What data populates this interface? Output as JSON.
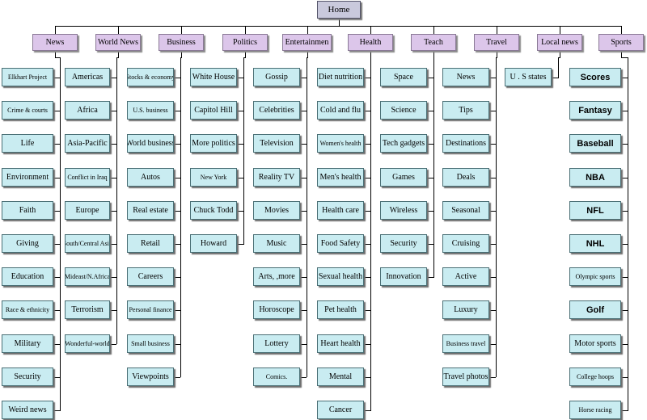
{
  "diagram": {
    "root": "Home",
    "columns": [
      {
        "category": "News",
        "items": [
          "Elkhart Project",
          "Crime & courts",
          "Life",
          "Environment",
          "Faith",
          "Giving",
          "Education",
          "Race & ethnicity",
          "Military",
          "Security",
          "Weird news"
        ]
      },
      {
        "category": "World News",
        "items": [
          "Americas",
          "Africa",
          "Asia-Pacific",
          "Conflict in Iraq",
          "Europe",
          "South/Central Asia",
          "Mideast/N.Africa",
          "Terrorism",
          "Wonderful-world"
        ]
      },
      {
        "category": "Business",
        "items": [
          "Stocks & economy",
          "U.S. business",
          "World business",
          "Autos",
          "Real estate",
          "Retail",
          "Careers",
          "Personal finance",
          "Small business",
          "Viewpoints"
        ]
      },
      {
        "category": "Politics",
        "items": [
          "White House",
          "Capitol Hill",
          "More politics",
          "New York",
          "Chuck Todd",
          "Howard"
        ]
      },
      {
        "category": "Entertainmen",
        "items": [
          "Gossip",
          "Celebrities",
          "Television",
          "Reality TV",
          "Movies",
          "Music",
          "Arts, ,more",
          "Horoscope",
          "Lottery",
          "Comics."
        ]
      },
      {
        "category": "Health",
        "items": [
          "Diet nutrition",
          "Cold and flu",
          "Women's health",
          "Men's health",
          "Health care",
          "Food Safety",
          "Sexual health",
          "Pet health",
          "Heart health",
          "Mental",
          "Cancer"
        ]
      },
      {
        "category": "Teach",
        "items": [
          "Space",
          "Science",
          "Tech gadgets",
          "Games",
          "Wireless",
          "Security",
          "Innovation"
        ]
      },
      {
        "category": "Travel",
        "items": [
          "News",
          "Tips",
          "Destinations",
          "Deals",
          "Seasonal",
          "Cruising",
          "Active",
          "Luxury",
          "Business travel",
          "Travel photos"
        ]
      },
      {
        "category": "Local news",
        "items": [
          "U . S states"
        ]
      },
      {
        "category": "Sports",
        "items": [
          "Scores",
          "Fantasy",
          "Baseball",
          "NBA",
          "NFL",
          "NHL",
          "Olympic sports",
          "Golf",
          "Motor sports",
          "College hoops",
          "Horse racing"
        ]
      }
    ]
  },
  "colors": {
    "home_fill": "#c9c9dc",
    "category_fill": "#dcc6ea",
    "leaf_fill": "#c9ecf1",
    "connector": "#000000"
  }
}
